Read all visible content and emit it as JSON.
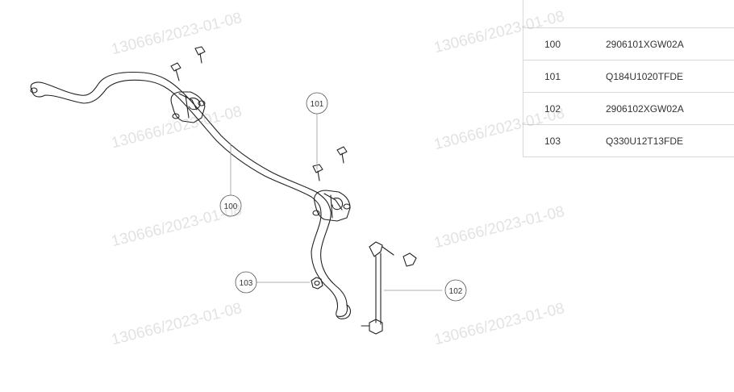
{
  "parts_table": {
    "rows": [
      {
        "num": "",
        "part": ""
      },
      {
        "num": "100",
        "part": "2906101XGW02A"
      },
      {
        "num": "101",
        "part": "Q184U1020TFDE"
      },
      {
        "num": "102",
        "part": "2906102XGW02A"
      },
      {
        "num": "103",
        "part": "Q330U12T13FDE"
      }
    ]
  },
  "callouts": [
    {
      "id": "101",
      "label": "101"
    },
    {
      "id": "100",
      "label": "100"
    },
    {
      "id": "103",
      "label": "103"
    },
    {
      "id": "102",
      "label": "102"
    }
  ],
  "watermark": "130666/2023-01-08"
}
